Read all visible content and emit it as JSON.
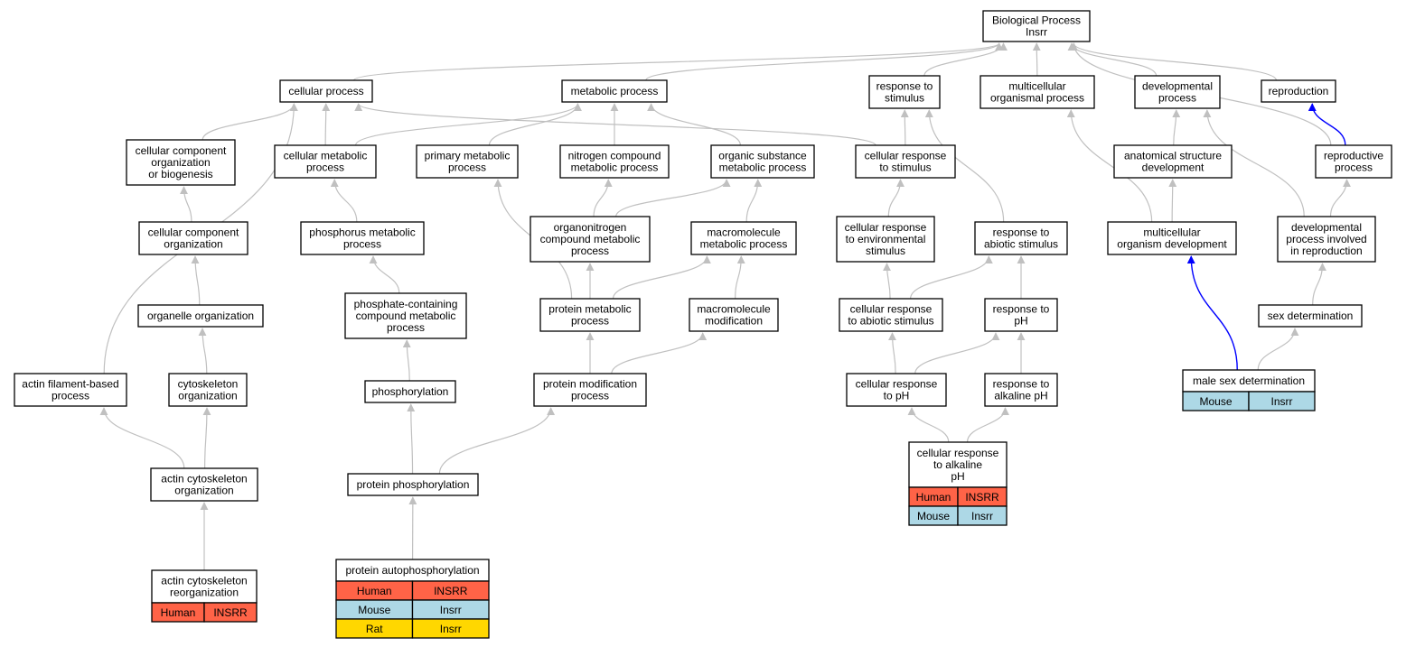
{
  "colors": {
    "human": "#ff6347",
    "mouse": "#add8e6",
    "rat": "#ffd700",
    "edge_default": "#c0c0c0",
    "edge_highlight": "#0000ff"
  },
  "nodes": [
    {
      "id": "bp",
      "lines": [
        "Biological Process",
        "Insrr"
      ]
    },
    {
      "id": "cp",
      "lines": [
        "cellular process"
      ]
    },
    {
      "id": "mp",
      "lines": [
        "metabolic process"
      ]
    },
    {
      "id": "rts",
      "lines": [
        "response to",
        "stimulus"
      ]
    },
    {
      "id": "mop",
      "lines": [
        "multicellular",
        "organismal process"
      ]
    },
    {
      "id": "dp",
      "lines": [
        "developmental",
        "process"
      ]
    },
    {
      "id": "rep",
      "lines": [
        "reproduction"
      ]
    },
    {
      "id": "ccob",
      "lines": [
        "cellular component",
        "organization",
        "or biogenesis"
      ]
    },
    {
      "id": "cmp",
      "lines": [
        "cellular metabolic",
        "process"
      ]
    },
    {
      "id": "pmp",
      "lines": [
        "primary metabolic",
        "process"
      ]
    },
    {
      "id": "ncmp",
      "lines": [
        "nitrogen compound",
        "metabolic process"
      ]
    },
    {
      "id": "osmp",
      "lines": [
        "organic substance",
        "metabolic process"
      ]
    },
    {
      "id": "crs",
      "lines": [
        "cellular response",
        "to stimulus"
      ]
    },
    {
      "id": "asd",
      "lines": [
        "anatomical structure",
        "development"
      ]
    },
    {
      "id": "rp",
      "lines": [
        "reproductive",
        "process"
      ]
    },
    {
      "id": "cco",
      "lines": [
        "cellular component",
        "organization"
      ]
    },
    {
      "id": "phmp",
      "lines": [
        "phosphorus metabolic",
        "process"
      ]
    },
    {
      "id": "oncmp",
      "lines": [
        "organonitrogen",
        "compound metabolic",
        "process"
      ]
    },
    {
      "id": "mmp",
      "lines": [
        "macromolecule",
        "metabolic process"
      ]
    },
    {
      "id": "cres",
      "lines": [
        "cellular response",
        "to environmental",
        "stimulus"
      ]
    },
    {
      "id": "ras",
      "lines": [
        "response to",
        "abiotic stimulus"
      ]
    },
    {
      "id": "mod",
      "lines": [
        "multicellular",
        "organism development"
      ]
    },
    {
      "id": "dpir",
      "lines": [
        "developmental",
        "process involved",
        "in reproduction"
      ]
    },
    {
      "id": "oo",
      "lines": [
        "organelle organization"
      ]
    },
    {
      "id": "pccmp",
      "lines": [
        "phosphate-containing",
        "compound metabolic",
        "process"
      ]
    },
    {
      "id": "prmp",
      "lines": [
        "protein metabolic",
        "process"
      ]
    },
    {
      "id": "mm",
      "lines": [
        "macromolecule",
        "modification"
      ]
    },
    {
      "id": "cras",
      "lines": [
        "cellular response",
        "to abiotic stimulus"
      ]
    },
    {
      "id": "rph",
      "lines": [
        "response to",
        "pH"
      ]
    },
    {
      "id": "sd",
      "lines": [
        "sex determination"
      ]
    },
    {
      "id": "afbp",
      "lines": [
        "actin filament-based",
        "process"
      ]
    },
    {
      "id": "co",
      "lines": [
        "cytoskeleton",
        "organization"
      ]
    },
    {
      "id": "phos",
      "lines": [
        "phosphorylation"
      ]
    },
    {
      "id": "pmop",
      "lines": [
        "protein modification",
        "process"
      ]
    },
    {
      "id": "crph",
      "lines": [
        "cellular response",
        "to pH"
      ]
    },
    {
      "id": "raph",
      "lines": [
        "response to",
        "alkaline pH"
      ]
    },
    {
      "id": "msd",
      "lines": [
        "male sex determination"
      ],
      "species": [
        [
          "Mouse",
          "Insrr"
        ]
      ]
    },
    {
      "id": "aco",
      "lines": [
        "actin cytoskeleton",
        "organization"
      ]
    },
    {
      "id": "pp",
      "lines": [
        "protein phosphorylation"
      ]
    },
    {
      "id": "craph",
      "lines": [
        "cellular response",
        "to alkaline",
        "pH"
      ],
      "species": [
        [
          "Human",
          "INSRR"
        ],
        [
          "Mouse",
          "Insrr"
        ]
      ]
    },
    {
      "id": "acr",
      "lines": [
        "actin cytoskeleton",
        "reorganization"
      ],
      "species": [
        [
          "Human",
          "INSRR"
        ]
      ]
    },
    {
      "id": "pap",
      "lines": [
        "protein autophosphorylation"
      ],
      "species": [
        [
          "Human",
          "INSRR"
        ],
        [
          "Mouse",
          "Insrr"
        ],
        [
          "Rat",
          "Insrr"
        ]
      ]
    }
  ],
  "edges": [
    [
      "cp",
      "bp"
    ],
    [
      "mp",
      "bp"
    ],
    [
      "rts",
      "bp"
    ],
    [
      "mop",
      "bp"
    ],
    [
      "dp",
      "bp"
    ],
    [
      "rep",
      "bp"
    ],
    [
      "rp",
      "bp"
    ],
    [
      "ccob",
      "cp"
    ],
    [
      "cmp",
      "cp"
    ],
    [
      "afbp",
      "cp"
    ],
    [
      "crs",
      "cp"
    ],
    [
      "cmp",
      "mp"
    ],
    [
      "pmp",
      "mp"
    ],
    [
      "ncmp",
      "mp"
    ],
    [
      "osmp",
      "mp"
    ],
    [
      "crs",
      "rts"
    ],
    [
      "ras",
      "rts"
    ],
    [
      "mod",
      "mop"
    ],
    [
      "asd",
      "dp"
    ],
    [
      "dpir",
      "dp"
    ],
    [
      "rp",
      "rep",
      "blue"
    ],
    [
      "cco",
      "ccob"
    ],
    [
      "phmp",
      "cmp"
    ],
    [
      "prmp",
      "pmp"
    ],
    [
      "oncmp",
      "ncmp"
    ],
    [
      "oncmp",
      "osmp"
    ],
    [
      "mmp",
      "osmp"
    ],
    [
      "cres",
      "crs"
    ],
    [
      "mod",
      "asd"
    ],
    [
      "dpir",
      "rp"
    ],
    [
      "oo",
      "cco"
    ],
    [
      "pccmp",
      "phmp"
    ],
    [
      "prmp",
      "oncmp"
    ],
    [
      "prmp",
      "mmp"
    ],
    [
      "mm",
      "mmp"
    ],
    [
      "cras",
      "cres"
    ],
    [
      "cras",
      "ras"
    ],
    [
      "rph",
      "ras"
    ],
    [
      "sd",
      "dpir"
    ],
    [
      "co",
      "oo"
    ],
    [
      "phos",
      "pccmp"
    ],
    [
      "pmop",
      "prmp"
    ],
    [
      "pmop",
      "mm"
    ],
    [
      "crph",
      "cras"
    ],
    [
      "crph",
      "rph"
    ],
    [
      "raph",
      "rph"
    ],
    [
      "msd",
      "mod",
      "blue"
    ],
    [
      "msd",
      "sd"
    ],
    [
      "aco",
      "afbp"
    ],
    [
      "aco",
      "co"
    ],
    [
      "pp",
      "phos"
    ],
    [
      "pp",
      "pmop"
    ],
    [
      "craph",
      "crph"
    ],
    [
      "craph",
      "raph"
    ],
    [
      "acr",
      "aco"
    ],
    [
      "pap",
      "pp"
    ]
  ]
}
